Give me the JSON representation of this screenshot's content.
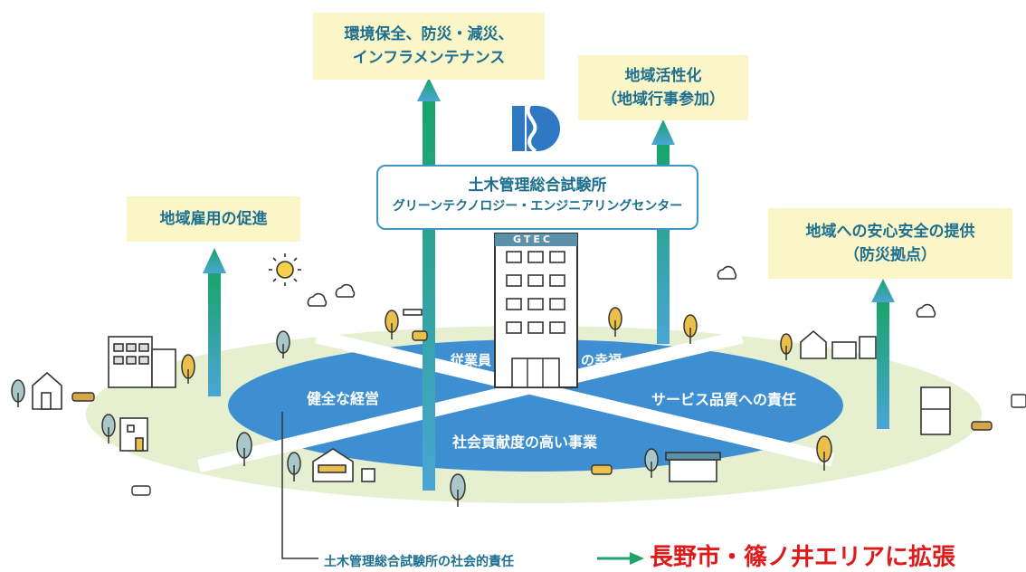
{
  "labels": {
    "boxes": {
      "env": [
        "環境保全、防災・減災、",
        "インフラメンテナンス"
      ],
      "regional": [
        "地域活性化",
        "（地域行事参加）"
      ],
      "employment": "地域雇用の促進",
      "safety": [
        "地域への安心安全の提供",
        "（防災拠点）"
      ]
    },
    "hq": {
      "name": "土木管理総合試験所",
      "center": "グリーンテクノロジー・エンジニアリングセンター"
    },
    "building_sign": "GTEC",
    "quadrants": {
      "employee": "従業員",
      "happiness": "の幸福",
      "management": "健全な経営",
      "service": "サービス品質への責任",
      "social": "社会貢献度の高い事業"
    },
    "footer": {
      "responsibility": "土木管理総合試験所の社会的責任",
      "expansion": "長野市・篠ノ井エリアに拡張"
    }
  },
  "colors": {
    "note_bg": "#fbf6c8",
    "note_text": "#1c6f8f",
    "ellipse": "#3d8fd2",
    "ground": "#e6efcf",
    "arrow": "#1fa36a",
    "highlight": "#e01a1a"
  },
  "icons": [
    "logo-icon",
    "sun-icon",
    "cloud-icon",
    "tree-icon",
    "house-icon",
    "car-icon",
    "building-icon"
  ]
}
